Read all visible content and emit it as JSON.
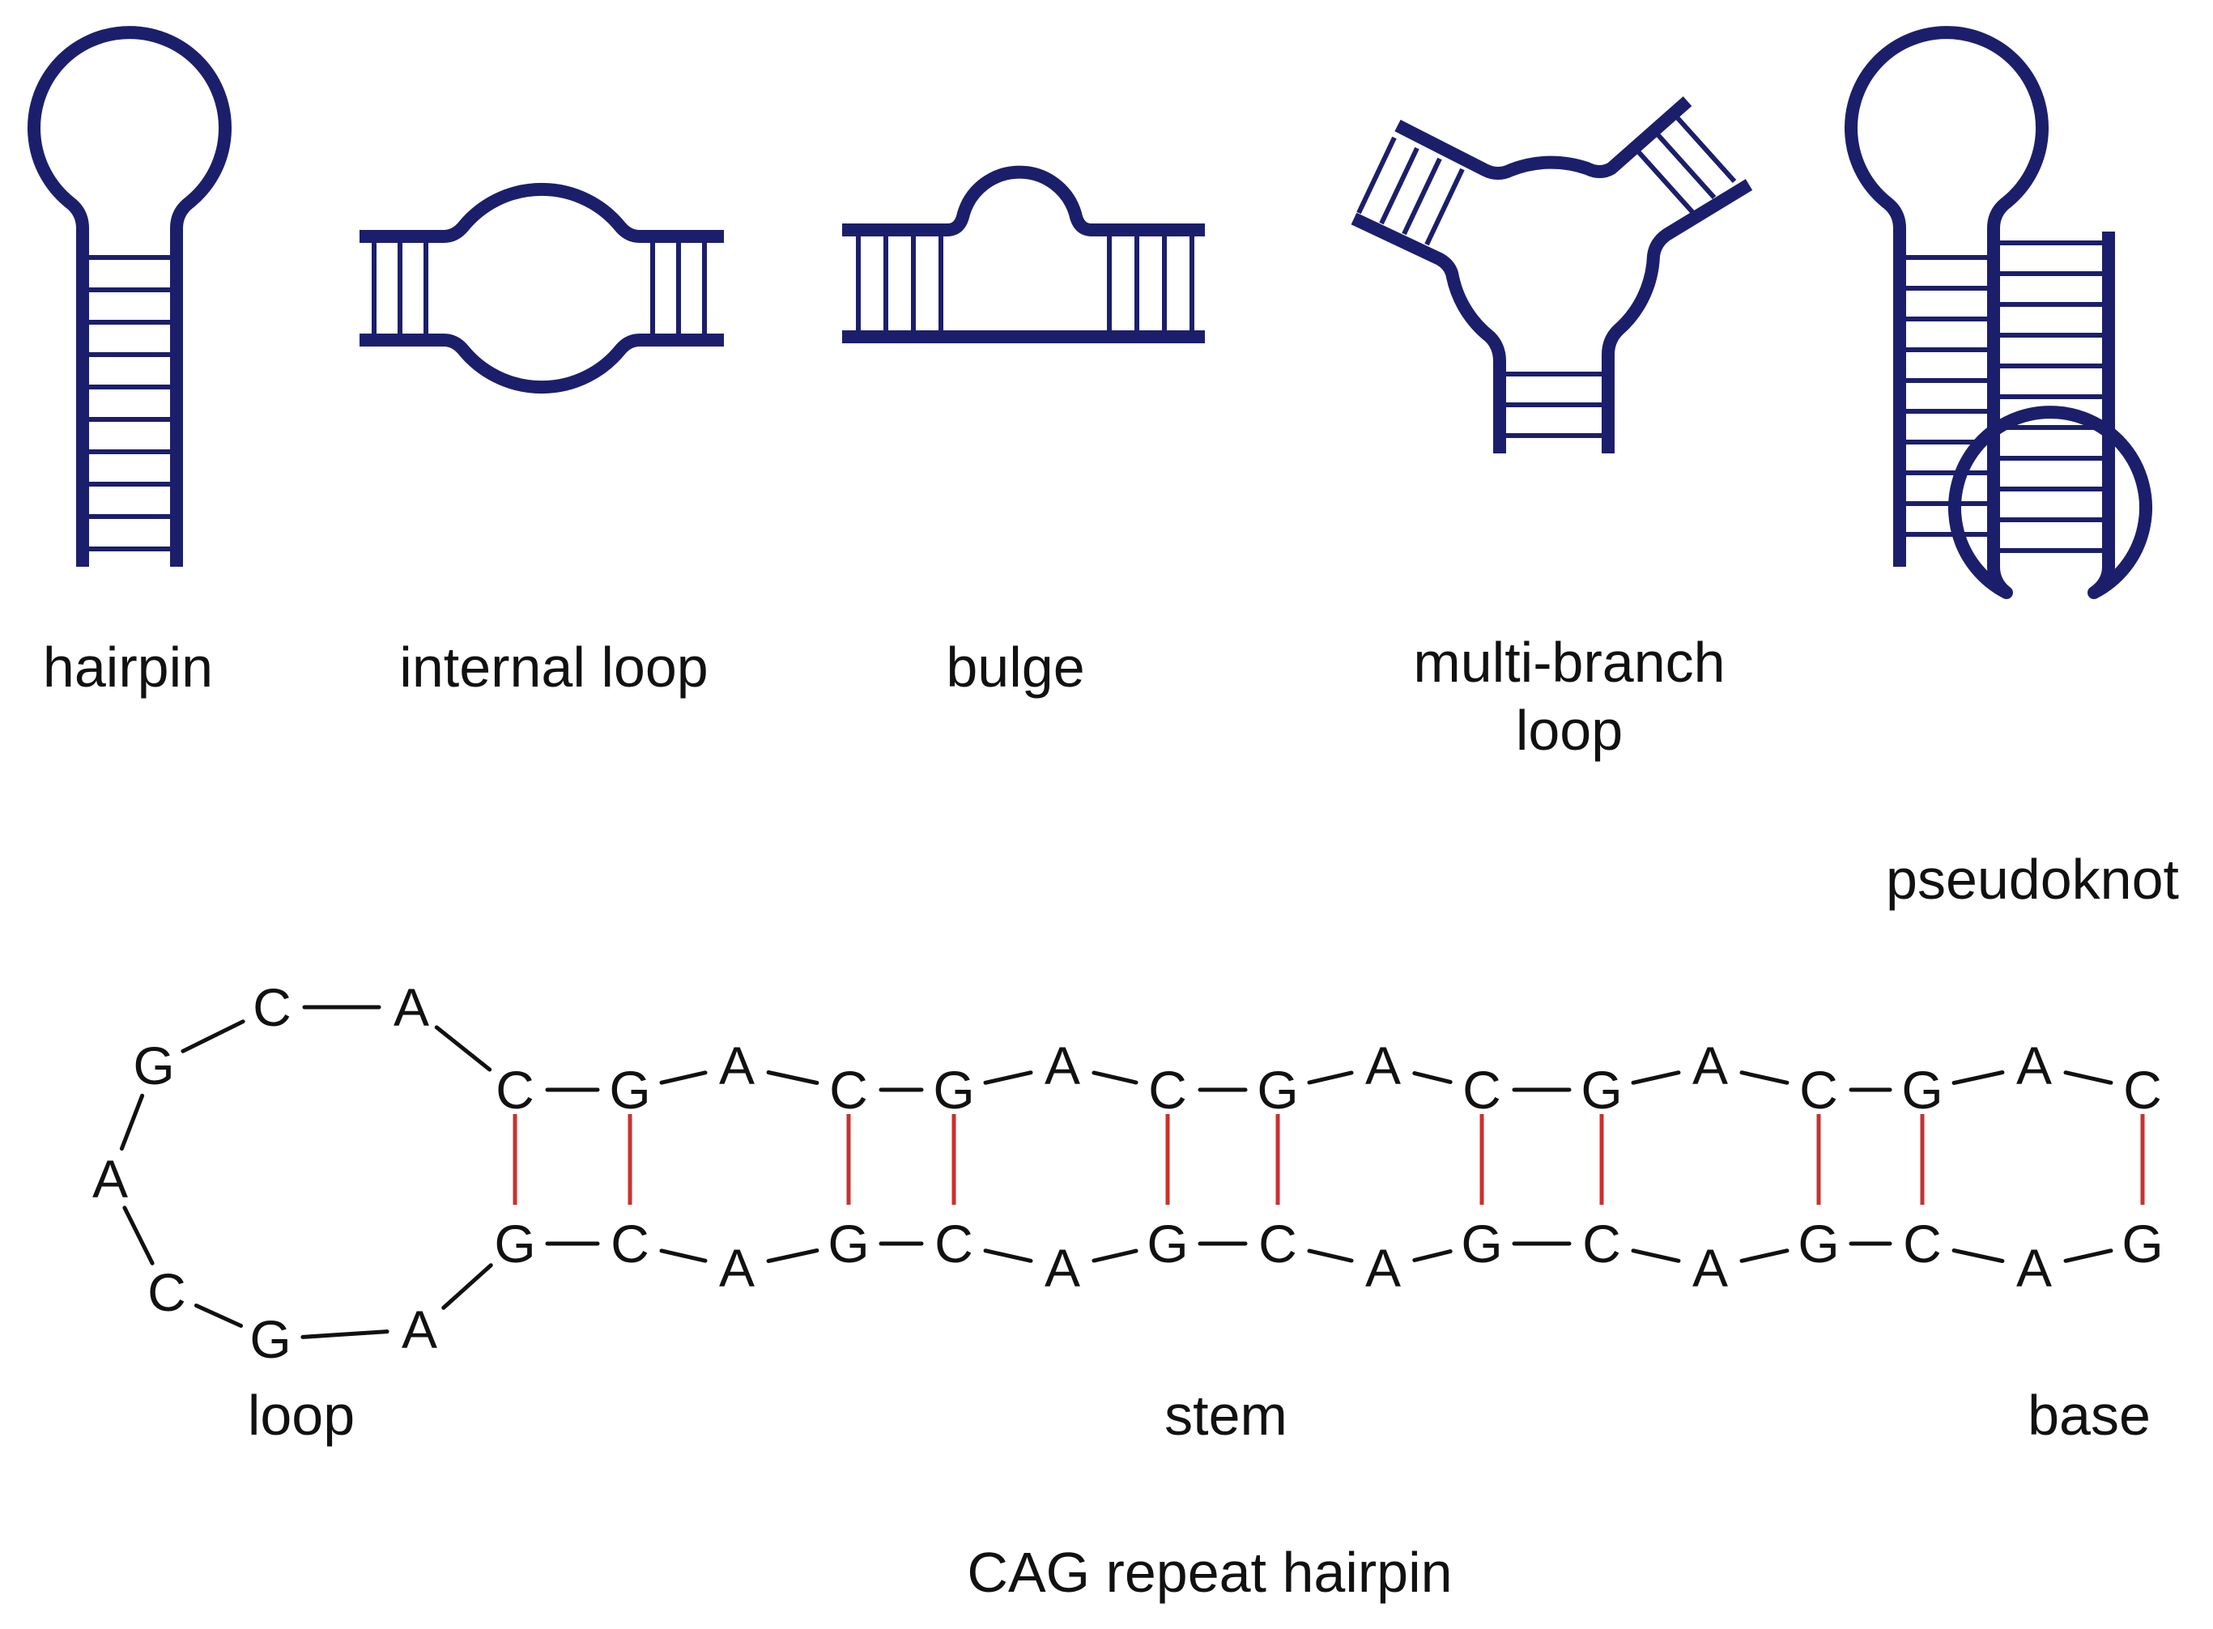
{
  "labels": {
    "hairpin": "hairpin",
    "internal_loop": "internal loop",
    "bulge": "bulge",
    "multi_branch_1": "multi-branch",
    "multi_branch_2": "loop",
    "pseudoknot": "pseudoknot",
    "loop": "loop",
    "stem": "stem",
    "base": "base",
    "title": "CAG repeat hairpin"
  },
  "loop_sequence": [
    "A",
    "G",
    "C",
    "A",
    "G",
    "C",
    "A"
  ],
  "top_strand": [
    "C",
    "G",
    "A",
    "C",
    "G",
    "A",
    "C",
    "G",
    "A",
    "C",
    "G",
    "A",
    "C",
    "G",
    "A",
    "C"
  ],
  "bottom_strand": [
    "G",
    "C",
    "A",
    "G",
    "C",
    "A",
    "G",
    "C",
    "A",
    "G",
    "C",
    "A",
    "G",
    "C",
    "A",
    "G"
  ],
  "colors": {
    "structure": "#1b1f6b",
    "backbone": "#111111",
    "base_pair": "#c8312f"
  }
}
